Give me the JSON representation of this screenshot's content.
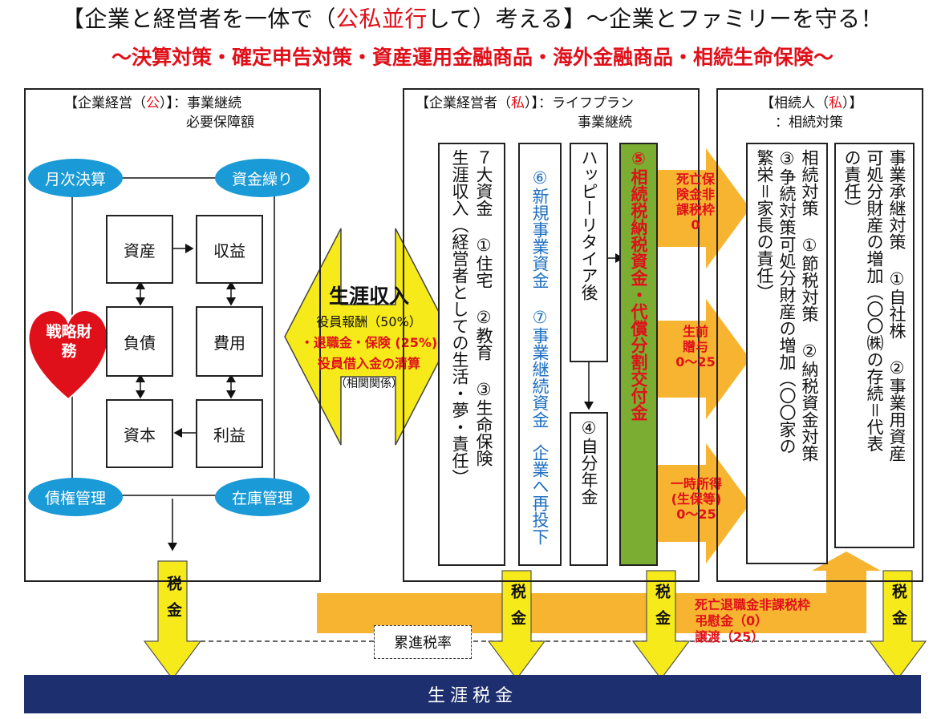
{
  "title": {
    "part1": "【企業と経営者を一体で（",
    "highlight": "公私並行",
    "part2": "して）考える】～企業とファミリーを守る！",
    "subtitle": "～決算対策・確定申告対策・資産運用金融商品・海外金融商品・相続生命保険～"
  },
  "panel_left": {
    "title_a": "【企業経営（",
    "title_red": "公",
    "title_b": "）】：事業継続",
    "title_line2": "必要保障額",
    "ovals": [
      "月次決算",
      "資金繰り",
      "債権管理",
      "在庫管理"
    ],
    "boxes": [
      "資産",
      "収益",
      "負債",
      "費用",
      "資本",
      "利益"
    ],
    "heart": "戦略財務"
  },
  "center": {
    "heading": "生涯収入",
    "line1": "役員報酬（50%）",
    "line2": "・退職金・保険 (25%)",
    "line3": "役員借入金の清算",
    "line4": "（相関関係）"
  },
  "panel_mid": {
    "title_a": "【企業経営者（",
    "title_red": "私",
    "title_b": "）】：ライフプラン",
    "title_line2": "事業継続",
    "col1": "７大資金 ①住宅 ②教育 ③生命保険",
    "col2": "生涯収入（経営者としての生活・夢・責任）",
    "col3a": "⑥新規事業資金 ⑦事業継続資金",
    "col3b": "企業へ再投下",
    "col4": "ハッピーリタイア後",
    "col5": "④自分年金",
    "col6": "⑤相続税納税資金・代償分割交付金"
  },
  "arrows_right": [
    {
      "l1": "死亡保",
      "l2": "険金非",
      "l3": "課税枠",
      "l4": "0"
    },
    {
      "l1": "生前",
      "l2": "贈与",
      "l3": "0～25"
    },
    {
      "l1": "一時所得",
      "l2": "(生保等)",
      "l3": "0～25"
    }
  ],
  "panel_right": {
    "title_a": "【相続人（",
    "title_red": "私",
    "title_b": "）】",
    "title_line2": "：相続対策",
    "colA1": "相続対策 ①節税対策 ②納税資金対策",
    "colA2": "③争続対策可処分財産の増加（〇〇家の",
    "colA3": "繁栄＝家長の責任）",
    "colB1": "事業承継対策 ①自社株 ②事業用資産",
    "colB2": "可処分財産の増加（〇〇㈱の存続＝代表",
    "colB3": "の責任）"
  },
  "tax_label": "税金",
  "progressive": "累進税率",
  "bottom_labels": [
    "死亡退職金非課税枠",
    "弔慰金（0）",
    "譲渡（25）"
  ],
  "bottom_bar": "生涯税金",
  "colors": {
    "blue": "#1a9ad6",
    "red": "#e0101a",
    "yellow": "#f7ea1a",
    "orange": "#f6b431",
    "green": "#7aad32",
    "navy": "#1d2f6e"
  }
}
